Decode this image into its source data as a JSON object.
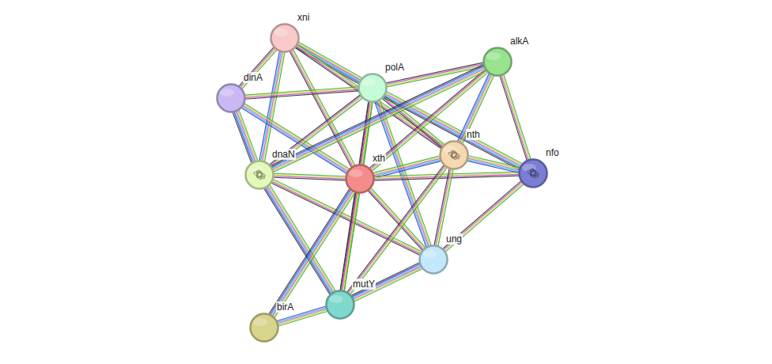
{
  "diagram": {
    "nodes": [
      {
        "text": [
          "xni"
        ]
      },
      {
        "text": [
          "alkA"
        ]
      },
      {
        "text": [
          "dinA"
        ]
      },
      {
        "text": [
          "polA"
        ]
      },
      {
        "text": [
          "nth"
        ]
      },
      {
        "text": [
          "dnaN"
        ]
      },
      {
        "text": [
          "xth"
        ]
      },
      {
        "text": [
          "nfo"
        ]
      },
      {
        "text": [
          "ung"
        ]
      },
      {
        "text": [
          "mutY"
        ]
      },
      {
        "text": [
          "birA"
        ]
      }
    ],
    "edges": [
      {
        "from": 0,
        "to": 2,
        "arrow": "none"
      },
      {
        "from": 0,
        "to": 3,
        "arrow": "none"
      },
      {
        "from": 0,
        "to": 5,
        "arrow": "none"
      },
      {
        "from": 0,
        "to": 6,
        "arrow": "none"
      },
      {
        "from": 0,
        "to": 4,
        "arrow": "none"
      },
      {
        "from": 2,
        "to": 3,
        "arrow": "none"
      },
      {
        "from": 2,
        "to": 5,
        "arrow": "none"
      },
      {
        "from": 2,
        "to": 6,
        "arrow": "none"
      },
      {
        "from": 3,
        "to": 5,
        "arrow": "none"
      },
      {
        "from": 3,
        "to": 6,
        "arrow": "none"
      },
      {
        "from": 3,
        "to": 4,
        "arrow": "none"
      },
      {
        "from": 3,
        "to": 7,
        "arrow": "none"
      },
      {
        "from": 3,
        "to": 8,
        "arrow": "none"
      },
      {
        "from": 3,
        "to": 9,
        "arrow": "none"
      },
      {
        "from": 1,
        "to": 3,
        "arrow": "none"
      },
      {
        "from": 1,
        "to": 6,
        "arrow": "none"
      },
      {
        "from": 1,
        "to": 5,
        "arrow": "none"
      },
      {
        "from": 1,
        "to": 4,
        "arrow": "none"
      },
      {
        "from": 1,
        "to": 7,
        "arrow": "none"
      },
      {
        "from": 5,
        "to": 6,
        "arrow": "none"
      },
      {
        "from": 5,
        "to": 8,
        "arrow": "none"
      },
      {
        "from": 5,
        "to": 9,
        "arrow": "none"
      },
      {
        "from": 6,
        "to": 4,
        "arrow": "none"
      },
      {
        "from": 6,
        "to": 7,
        "arrow": "none"
      },
      {
        "from": 6,
        "to": 8,
        "arrow": "none"
      },
      {
        "from": 6,
        "to": 9,
        "arrow": "none"
      },
      {
        "from": 6,
        "to": 10,
        "arrow": "none"
      },
      {
        "from": 4,
        "to": 7,
        "arrow": "none"
      },
      {
        "from": 4,
        "to": 8,
        "arrow": "none"
      },
      {
        "from": 4,
        "to": 9,
        "arrow": "none"
      },
      {
        "from": 7,
        "to": 8,
        "arrow": "none"
      },
      {
        "from": 8,
        "to": 9,
        "arrow": "none"
      },
      {
        "from": 9,
        "to": 10,
        "arrow": "none"
      }
    ]
  }
}
